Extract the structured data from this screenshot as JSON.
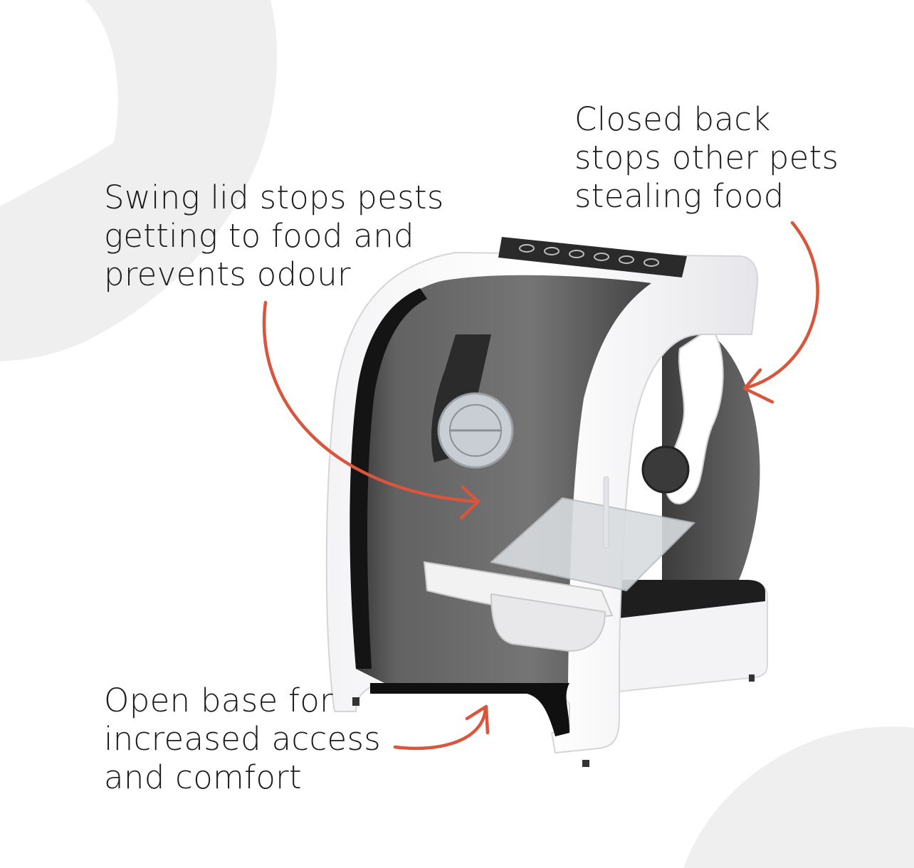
{
  "callouts": {
    "swing_lid": {
      "lines": [
        "Swing lid stops pests",
        "getting to food and",
        "prevents odour"
      ]
    },
    "closed_back": {
      "lines": [
        "Closed back",
        "stops other pets",
        "stealing food"
      ]
    },
    "open_base": {
      "lines": [
        "Open base for",
        "increased access",
        "and comfort"
      ]
    }
  },
  "colors": {
    "arrow": "#d9553b",
    "background_shape": "#efefef",
    "text": "#1c1c1c",
    "device_body": "#ffffff",
    "device_window": "#4a4a4a"
  },
  "icons": {
    "arrow_lid": "curved-arrow-icon",
    "arrow_back": "curved-arrow-icon",
    "arrow_base": "curved-arrow-icon"
  }
}
